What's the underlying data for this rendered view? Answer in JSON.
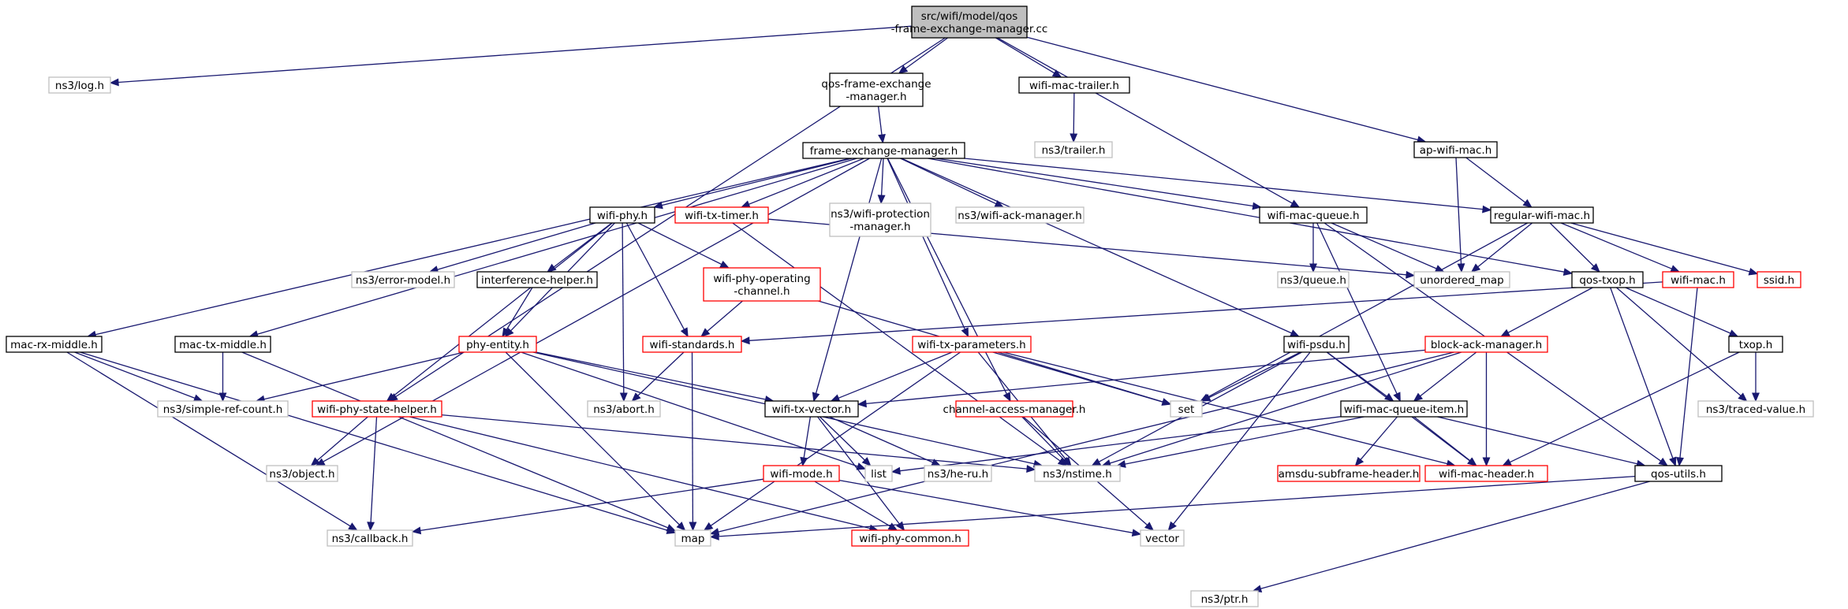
{
  "colors": {
    "edge": "#191970",
    "root_fill": "#bfbfbf",
    "normal_border": "#000000",
    "red_border": "#ff0000",
    "external_border": "#bfbfbf"
  },
  "nodes": [
    {
      "id": "root",
      "lines": [
        "src/wifi/model/qos",
        "-frame-exchange-manager.cc"
      ],
      "style": "root"
    },
    {
      "id": "log",
      "lines": [
        "ns3/log.h"
      ],
      "style": "external"
    },
    {
      "id": "qfem",
      "lines": [
        "qos-frame-exchange",
        "-manager.h"
      ],
      "style": "normal"
    },
    {
      "id": "wmt",
      "lines": [
        "wifi-mac-trailer.h"
      ],
      "style": "normal"
    },
    {
      "id": "trailer",
      "lines": [
        "ns3/trailer.h"
      ],
      "style": "external"
    },
    {
      "id": "apwm",
      "lines": [
        "ap-wifi-mac.h"
      ],
      "style": "normal"
    },
    {
      "id": "fem",
      "lines": [
        "frame-exchange-manager.h"
      ],
      "style": "normal"
    },
    {
      "id": "wphy",
      "lines": [
        "wifi-phy.h"
      ],
      "style": "normal"
    },
    {
      "id": "wtt",
      "lines": [
        "wifi-tx-timer.h"
      ],
      "style": "red"
    },
    {
      "id": "wpm",
      "lines": [
        "ns3/wifi-protection",
        "-manager.h"
      ],
      "style": "external"
    },
    {
      "id": "wam",
      "lines": [
        "ns3/wifi-ack-manager.h"
      ],
      "style": "external"
    },
    {
      "id": "wmq",
      "lines": [
        "wifi-mac-queue.h"
      ],
      "style": "normal"
    },
    {
      "id": "rwm",
      "lines": [
        "regular-wifi-mac.h"
      ],
      "style": "normal"
    },
    {
      "id": "errm",
      "lines": [
        "ns3/error-model.h"
      ],
      "style": "external"
    },
    {
      "id": "ih",
      "lines": [
        "interference-helper.h"
      ],
      "style": "normal"
    },
    {
      "id": "wpoc",
      "lines": [
        "wifi-phy-operating",
        "-channel.h"
      ],
      "style": "red"
    },
    {
      "id": "queue",
      "lines": [
        "ns3/queue.h"
      ],
      "style": "external"
    },
    {
      "id": "umap",
      "lines": [
        "unordered_map"
      ],
      "style": "external"
    },
    {
      "id": "qtxop",
      "lines": [
        "qos-txop.h"
      ],
      "style": "normal"
    },
    {
      "id": "wmac",
      "lines": [
        "wifi-mac.h"
      ],
      "style": "red"
    },
    {
      "id": "ssid",
      "lines": [
        "ssid.h"
      ],
      "style": "red"
    },
    {
      "id": "mrxm",
      "lines": [
        "mac-rx-middle.h"
      ],
      "style": "normal"
    },
    {
      "id": "mtxm",
      "lines": [
        "mac-tx-middle.h"
      ],
      "style": "normal"
    },
    {
      "id": "pe",
      "lines": [
        "phy-entity.h"
      ],
      "style": "red"
    },
    {
      "id": "ws",
      "lines": [
        "wifi-standards.h"
      ],
      "style": "red"
    },
    {
      "id": "wtp",
      "lines": [
        "wifi-tx-parameters.h"
      ],
      "style": "red"
    },
    {
      "id": "wpsdu",
      "lines": [
        "wifi-psdu.h"
      ],
      "style": "normal"
    },
    {
      "id": "bam",
      "lines": [
        "block-ack-manager.h"
      ],
      "style": "red"
    },
    {
      "id": "txop",
      "lines": [
        "txop.h"
      ],
      "style": "normal"
    },
    {
      "id": "src",
      "lines": [
        "ns3/simple-ref-count.h"
      ],
      "style": "external"
    },
    {
      "id": "wpsh",
      "lines": [
        "wifi-phy-state-helper.h"
      ],
      "style": "red"
    },
    {
      "id": "abort",
      "lines": [
        "ns3/abort.h"
      ],
      "style": "external"
    },
    {
      "id": "wtv",
      "lines": [
        "wifi-tx-vector.h"
      ],
      "style": "normal"
    },
    {
      "id": "cam",
      "lines": [
        "channel-access-manager.h"
      ],
      "style": "red"
    },
    {
      "id": "set",
      "lines": [
        "set"
      ],
      "style": "external"
    },
    {
      "id": "wmqi",
      "lines": [
        "wifi-mac-queue-item.h"
      ],
      "style": "normal"
    },
    {
      "id": "tv",
      "lines": [
        "ns3/traced-value.h"
      ],
      "style": "external"
    },
    {
      "id": "obj",
      "lines": [
        "ns3/object.h"
      ],
      "style": "external"
    },
    {
      "id": "list",
      "lines": [
        "list"
      ],
      "style": "external"
    },
    {
      "id": "heru",
      "lines": [
        "ns3/he-ru.h"
      ],
      "style": "external"
    },
    {
      "id": "nstime",
      "lines": [
        "ns3/nstime.h"
      ],
      "style": "external"
    },
    {
      "id": "wmode",
      "lines": [
        "wifi-mode.h"
      ],
      "style": "red"
    },
    {
      "id": "ash",
      "lines": [
        "amsdu-subframe-header.h"
      ],
      "style": "red"
    },
    {
      "id": "wmh",
      "lines": [
        "wifi-mac-header.h"
      ],
      "style": "red"
    },
    {
      "id": "qutils",
      "lines": [
        "qos-utils.h"
      ],
      "style": "normal"
    },
    {
      "id": "cb",
      "lines": [
        "ns3/callback.h"
      ],
      "style": "external"
    },
    {
      "id": "map",
      "lines": [
        "map"
      ],
      "style": "external"
    },
    {
      "id": "wpc",
      "lines": [
        "wifi-phy-common.h"
      ],
      "style": "red"
    },
    {
      "id": "vector",
      "lines": [
        "vector"
      ],
      "style": "external"
    },
    {
      "id": "ptr",
      "lines": [
        "ns3/ptr.h"
      ],
      "style": "external"
    }
  ],
  "edges": [
    [
      "root",
      "log"
    ],
    [
      "root",
      "qfem"
    ],
    [
      "root",
      "wmt"
    ],
    [
      "root",
      "apwm"
    ],
    [
      "root",
      "wpsh"
    ],
    [
      "root",
      "wmq"
    ],
    [
      "qfem",
      "fem"
    ],
    [
      "wmt",
      "trailer"
    ],
    [
      "apwm",
      "rwm"
    ],
    [
      "apwm",
      "umap"
    ],
    [
      "fem",
      "mrxm"
    ],
    [
      "fem",
      "wphy"
    ],
    [
      "fem",
      "wtt"
    ],
    [
      "fem",
      "wpm"
    ],
    [
      "fem",
      "wam"
    ],
    [
      "fem",
      "wmq"
    ],
    [
      "fem",
      "rwm"
    ],
    [
      "fem",
      "mtxm"
    ],
    [
      "fem",
      "obj"
    ],
    [
      "fem",
      "wtp"
    ],
    [
      "fem",
      "wtv"
    ],
    [
      "fem",
      "cam"
    ],
    [
      "fem",
      "wpsdu"
    ],
    [
      "fem",
      "qtxop"
    ],
    [
      "wphy",
      "errm"
    ],
    [
      "wphy",
      "ih"
    ],
    [
      "wphy",
      "wpoc"
    ],
    [
      "wphy",
      "ws"
    ],
    [
      "wphy",
      "pe"
    ],
    [
      "wphy",
      "wpsh"
    ],
    [
      "wphy",
      "abort"
    ],
    [
      "wtt",
      "nstime"
    ],
    [
      "wtt",
      "umap"
    ],
    [
      "wmq",
      "queue"
    ],
    [
      "wmq",
      "umap"
    ],
    [
      "wmq",
      "wmqi"
    ],
    [
      "wmq",
      "qutils"
    ],
    [
      "rwm",
      "umap"
    ],
    [
      "rwm",
      "qtxop"
    ],
    [
      "rwm",
      "wmac"
    ],
    [
      "rwm",
      "ssid"
    ],
    [
      "rwm",
      "set"
    ],
    [
      "ih",
      "pe"
    ],
    [
      "wpoc",
      "ws"
    ],
    [
      "wpoc",
      "set"
    ],
    [
      "qtxop",
      "bam"
    ],
    [
      "qtxop",
      "txop"
    ],
    [
      "qtxop",
      "tv"
    ],
    [
      "qtxop",
      "qutils"
    ],
    [
      "wmac",
      "ws"
    ],
    [
      "wmac",
      "qutils"
    ],
    [
      "mrxm",
      "src"
    ],
    [
      "mrxm",
      "cb"
    ],
    [
      "mrxm",
      "map"
    ],
    [
      "mtxm",
      "src"
    ],
    [
      "mtxm",
      "map"
    ],
    [
      "pe",
      "src"
    ],
    [
      "pe",
      "wtv"
    ],
    [
      "pe",
      "list"
    ],
    [
      "pe",
      "map"
    ],
    [
      "pe",
      "nstime"
    ],
    [
      "ws",
      "abort"
    ],
    [
      "ws",
      "map"
    ],
    [
      "wtp",
      "wtv"
    ],
    [
      "wtp",
      "set"
    ],
    [
      "wtp",
      "nstime"
    ],
    [
      "wtp",
      "wmh"
    ],
    [
      "wtp",
      "map"
    ],
    [
      "wpsdu",
      "set"
    ],
    [
      "wpsdu",
      "nstime"
    ],
    [
      "wpsdu",
      "wmqi"
    ],
    [
      "wpsdu",
      "wmh"
    ],
    [
      "wpsdu",
      "vector"
    ],
    [
      "bam",
      "wtv"
    ],
    [
      "bam",
      "wmqi"
    ],
    [
      "bam",
      "nstime"
    ],
    [
      "bam",
      "wmh"
    ],
    [
      "bam",
      "map"
    ],
    [
      "txop",
      "tv"
    ],
    [
      "txop",
      "wmh"
    ],
    [
      "wpsh",
      "obj"
    ],
    [
      "wpsh",
      "cb"
    ],
    [
      "wpsh",
      "nstime"
    ],
    [
      "wpsh",
      "wpc"
    ],
    [
      "wtv",
      "list"
    ],
    [
      "wtv",
      "heru"
    ],
    [
      "wtv",
      "wmode"
    ],
    [
      "wtv",
      "wpc"
    ],
    [
      "cam",
      "nstime"
    ],
    [
      "cam",
      "vector"
    ],
    [
      "wmqi",
      "list"
    ],
    [
      "wmqi",
      "nstime"
    ],
    [
      "wmqi",
      "ash"
    ],
    [
      "wmqi",
      "wmh"
    ],
    [
      "wmqi",
      "qutils"
    ],
    [
      "wmode",
      "cb"
    ],
    [
      "wmode",
      "wpc"
    ],
    [
      "wmode",
      "vector"
    ],
    [
      "qutils",
      "map"
    ],
    [
      "qutils",
      "ptr"
    ]
  ]
}
